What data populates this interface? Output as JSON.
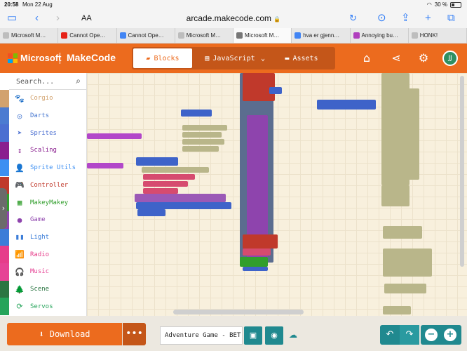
{
  "status": {
    "time": "20:58",
    "date": "Mon 22 Aug",
    "battery": "30 %"
  },
  "browser": {
    "url": "arcade.makecode.com",
    "lock": "🔒",
    "text_size": "AA",
    "icons": [
      "sidebar-icon",
      "back-icon",
      "forward-icon",
      "download-icon",
      "share-icon",
      "new-tab-icon",
      "tabs-icon"
    ]
  },
  "tabs": [
    {
      "label": "Microsoft M…",
      "fav_color": "#bdbdbd",
      "active": false
    },
    {
      "label": "Cannot Ope…",
      "fav_color": "#e62117",
      "active": false
    },
    {
      "label": "Cannot Ope…",
      "fav_color": "#4285f4",
      "active": false
    },
    {
      "label": "Microsoft M…",
      "fav_color": "#bdbdbd",
      "active": false
    },
    {
      "label": "Microsoft M…",
      "fav_color": "#777777",
      "active": true
    },
    {
      "label": "hva er gjenn…",
      "fav_color": "#4285f4",
      "active": false
    },
    {
      "label": "Annoying bu…",
      "fav_color": "#b03fbe",
      "active": false
    },
    {
      "label": "HONK!",
      "fav_color": "#bdbdbd",
      "active": false
    }
  ],
  "header": {
    "brand": "Microsoft",
    "product": "MakeCode",
    "modes": {
      "blocks": "Blocks",
      "javascript": "JavaScript",
      "assets": "Assets"
    },
    "avatar": "JJ",
    "accent": "#ec6b1e"
  },
  "toolbox": {
    "search_placeholder": "Search...",
    "categories": [
      {
        "label": "Corgio",
        "color": "#d2a26e",
        "icon": "🐾"
      },
      {
        "label": "Darts",
        "color": "#4b7bd1",
        "icon": "◎"
      },
      {
        "label": "Sprites",
        "color": "#4b6fd1",
        "icon": "➤"
      },
      {
        "label": "Scaling",
        "color": "#8a1f8f",
        "icon": "↕"
      },
      {
        "label": "Sprite Utils",
        "color": "#3d8ff2",
        "icon": "👤"
      },
      {
        "label": "Controller",
        "color": "#c0392b",
        "icon": "🎮"
      },
      {
        "label": "MakeyMakey",
        "color": "#319e2c",
        "icon": "▦"
      },
      {
        "label": "Game",
        "color": "#8e44ad",
        "icon": "●"
      },
      {
        "label": "Light",
        "color": "#3b7dd8",
        "icon": "▮▮"
      },
      {
        "label": "Radio",
        "color": "#e63d8a",
        "icon": "📶"
      },
      {
        "label": "Music",
        "color": "#e64395",
        "icon": "🎧"
      },
      {
        "label": "Scene",
        "color": "#2b7542",
        "icon": "🌲"
      },
      {
        "label": "Servos",
        "color": "#25a45a",
        "icon": "⟳"
      }
    ]
  },
  "footer": {
    "download": "Download",
    "more": "•••",
    "project_name": "Adventure Game - BET"
  }
}
